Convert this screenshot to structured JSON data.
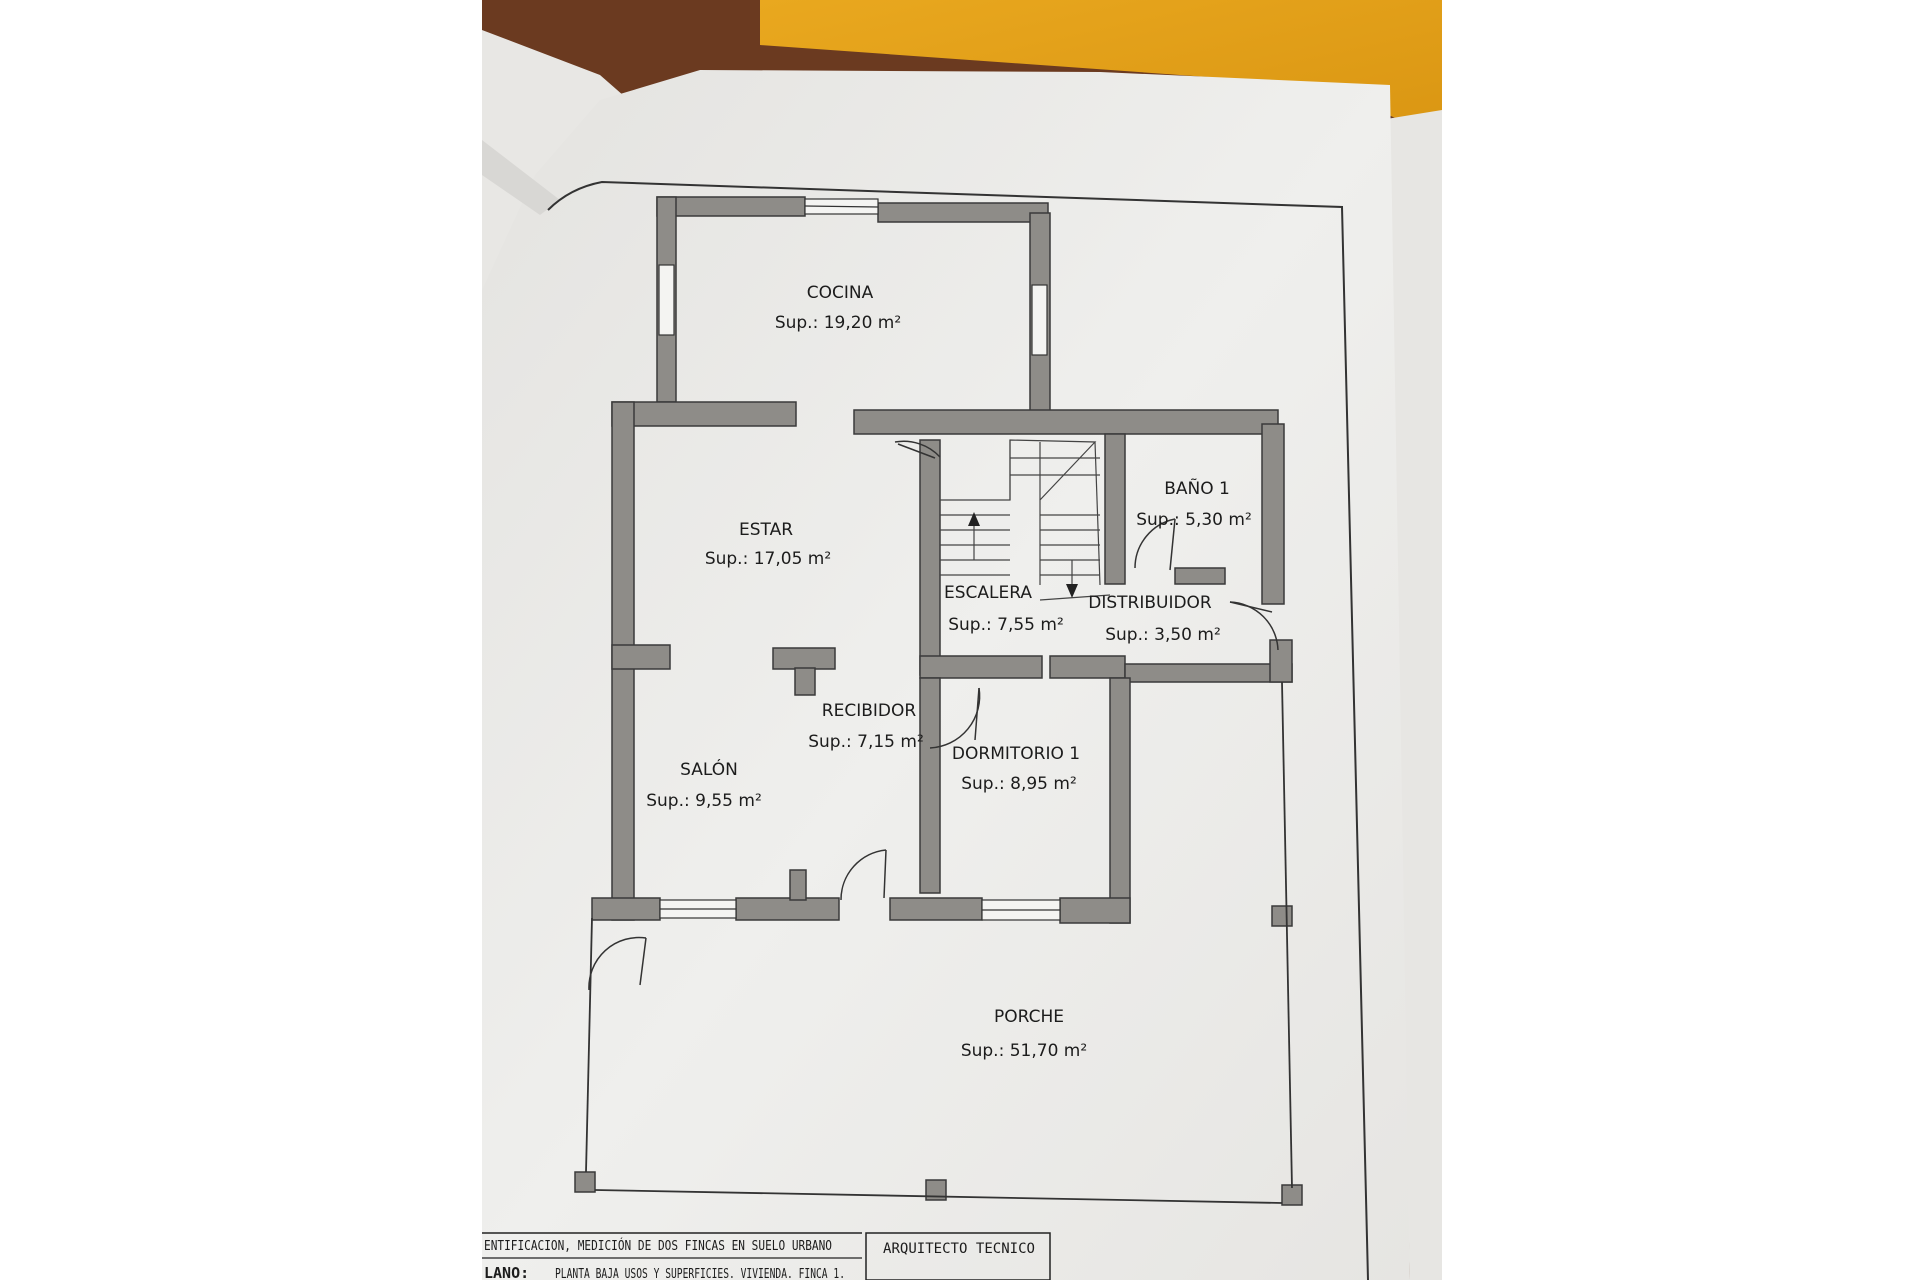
{
  "rooms": {
    "cocina": {
      "name": "COCINA",
      "area": "Sup.: 19,20 m²"
    },
    "estar": {
      "name": "ESTAR",
      "area": "Sup.: 17,05 m²"
    },
    "bano1": {
      "name": "BAÑO 1",
      "area": "Sup.: 5,30 m²"
    },
    "escalera": {
      "name": "ESCALERA",
      "area": "Sup.: 7,55 m²"
    },
    "distribuidor": {
      "name": "DISTRIBUIDOR",
      "area": "Sup.: 3,50 m²"
    },
    "recibidor": {
      "name": "RECIBIDOR",
      "area": "Sup.: 7,15 m²"
    },
    "salon": {
      "name": "SALÓN",
      "area": "Sup.: 9,55 m²"
    },
    "dormitorio1": {
      "name": "DORMITORIO 1",
      "area": "Sup.: 8,95 m²"
    },
    "porche": {
      "name": "PORCHE",
      "area": "Sup.: 51,70 m²"
    }
  },
  "title_block": {
    "line1": "ENTIFICACION, MEDICIÓN DE DOS FINCAS EN SUELO URBANO",
    "line2_prefix": "LANO:",
    "line2": "PLANTA BAJA USOS Y SUPERFICIES. VIVIENDA. FINCA 1.",
    "role": "ARQUITECTO TECNICO"
  },
  "colors": {
    "wall": "#8e8c88",
    "paper": "#ededeb",
    "folder": "#e8a51c",
    "wood": "#6b3a20"
  }
}
